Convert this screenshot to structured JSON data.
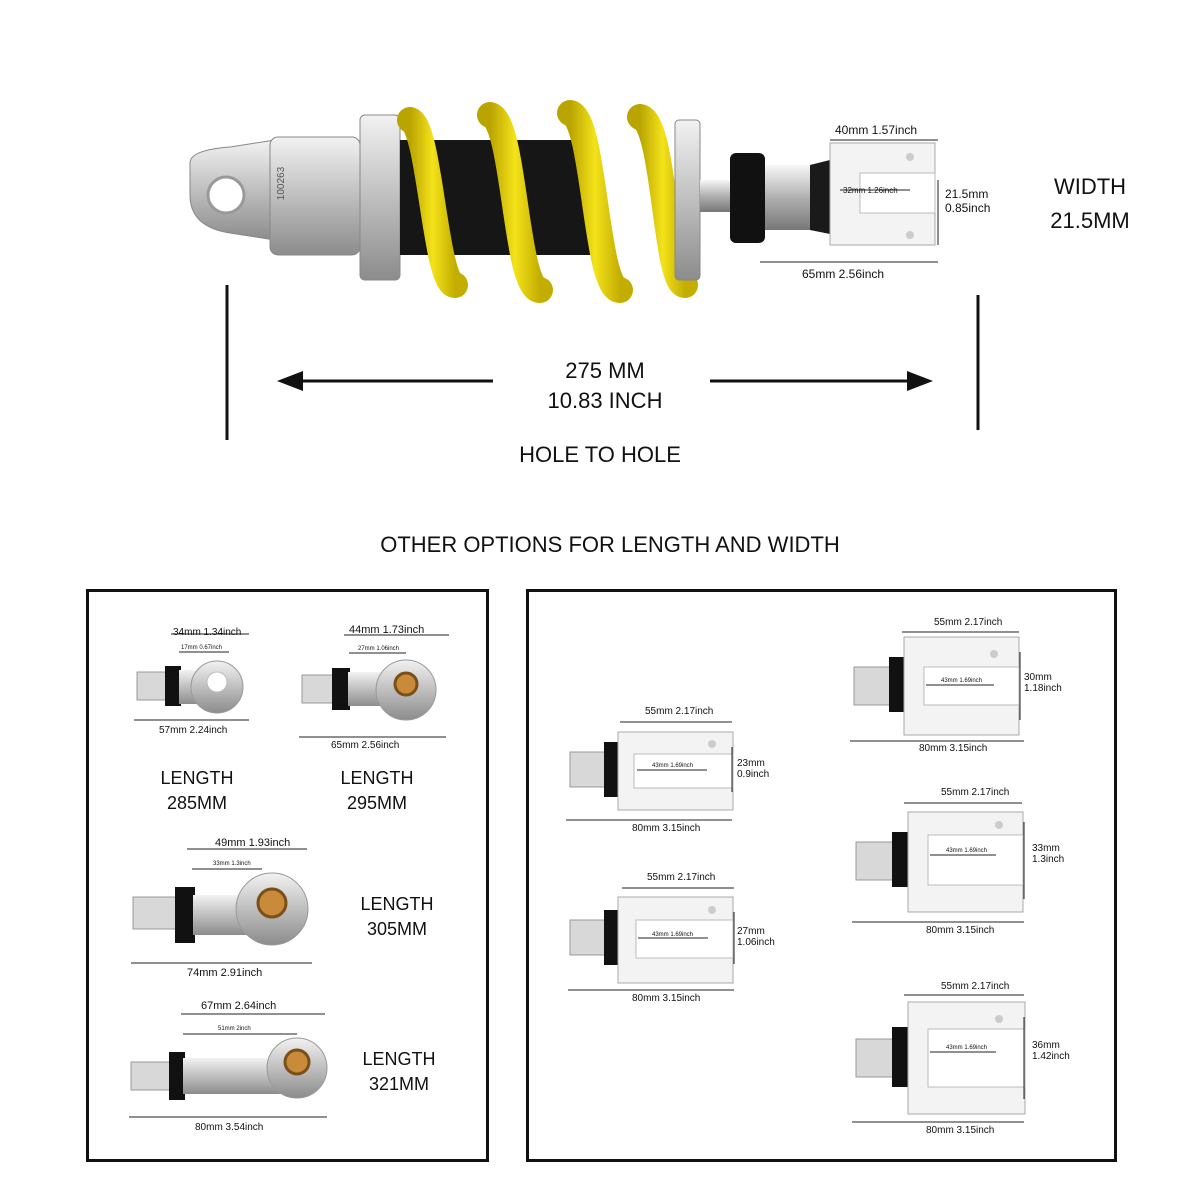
{
  "main": {
    "id_number": "100263",
    "dims": {
      "top_width": "40mm 1.57inch",
      "inner_width": "32mm 1.26inch",
      "jaw_height_mm": "21.5mm",
      "jaw_height_in": "0.85inch",
      "length": "65mm  2.56inch"
    },
    "width_title": "WIDTH",
    "width_value": "21.5MM",
    "hole_mm": "275 MM",
    "hole_inch": "10.83 INCH",
    "hole_caption": "HOLE TO HOLE",
    "colors": {
      "spring": "#e6d000",
      "body": "#b8b8b8",
      "dark": "#111111"
    }
  },
  "section_title": "OTHER OPTIONS FOR LENGTH AND WIDTH",
  "left_panel": [
    {
      "top_dim": "34mm 1.34inch",
      "inner_dim": "17mm  0.67inch",
      "bottom_dim": "57mm  2.24inch",
      "label_line1": "LENGTH",
      "label_line2": "285MM"
    },
    {
      "top_dim": "44mm 1.73inch",
      "inner_dim": "27mm  1.06inch",
      "bottom_dim": "65mm  2.56inch",
      "label_line1": "LENGTH",
      "label_line2": "295MM"
    },
    {
      "top_dim": "49mm 1.93inch",
      "inner_dim": "33mm  1.3inch",
      "bottom_dim": "74mm  2.91inch",
      "label_line1": "LENGTH",
      "label_line2": "305MM"
    },
    {
      "top_dim": "67mm 2.64inch",
      "inner_dim": "51mm  2inch",
      "bottom_dim": "80mm  3.54inch",
      "label_line1": "LENGTH",
      "label_line2": "321MM"
    }
  ],
  "right_panel": [
    {
      "top_dim": "55mm 2.17inch",
      "inner_dim": "43mm 1.69inch",
      "bottom_dim": "80mm  3.15inch",
      "height_mm": "30mm",
      "height_in": "1.18inch"
    },
    {
      "top_dim": "55mm 2.17inch",
      "inner_dim": "43mm 1.69inch",
      "bottom_dim": "80mm  3.15inch",
      "height_mm": "23mm",
      "height_in": "0.9inch"
    },
    {
      "top_dim": "55mm 2.17inch",
      "inner_dim": "43mm 1.69inch",
      "bottom_dim": "80mm  3.15inch",
      "height_mm": "33mm",
      "height_in": "1.3inch"
    },
    {
      "top_dim": "55mm 2.17inch",
      "inner_dim": "43mm 1.69inch",
      "bottom_dim": "80mm  3.15inch",
      "height_mm": "27mm",
      "height_in": "1.06inch"
    },
    {
      "top_dim": "55mm 2.17inch",
      "inner_dim": "43mm 1.69inch",
      "bottom_dim": "80mm  3.15inch",
      "height_mm": "36mm",
      "height_in": "1.42inch"
    }
  ]
}
